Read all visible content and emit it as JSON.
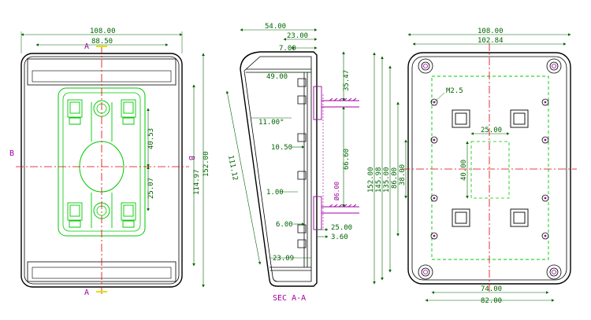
{
  "front_view": {
    "dims": {
      "overall_width": "108.00",
      "inner_width": "88.50",
      "height_inner": "114.97",
      "height_overall": "152.00",
      "mid_height": "40.53",
      "lower_height": "25.07"
    },
    "section_marks": {
      "a_top": "A",
      "a_bottom": "A",
      "b_left": "B",
      "b_right": "B"
    }
  },
  "section_view": {
    "dims": {
      "top_width": "54.00",
      "rib_width": "23.00",
      "wall": "7.00",
      "top_inner": "49.00",
      "angle": "11.00°",
      "mid_offset": "10.50",
      "slant_length": "111.12",
      "wall_thickness": "1.00",
      "bottom_offset": "6.00",
      "top_right": "35.47",
      "right_height": "66.60",
      "diameter": "Ø6.00",
      "boss_width": "25.00",
      "boss_gap": "3.60",
      "bottom_width": "23.09"
    },
    "title": "SEC A-A"
  },
  "back_view": {
    "dims": {
      "overall_width": "108.00",
      "inner_width": "102.84",
      "h1": "152.00",
      "h2": "145.98",
      "h3": "135.00",
      "h4": "86.00",
      "h5": "38.00",
      "center_w": "25.00",
      "center_h": "40.00",
      "bottom_inner": "74.00",
      "bottom_outer": "82.00",
      "screw": "M2.5"
    }
  },
  "colors": {
    "outline": "#000000",
    "dim": "#006400",
    "detail": "#00c800",
    "center": "#e00000",
    "mark": "#a000a0",
    "marker": "#e0e000"
  }
}
